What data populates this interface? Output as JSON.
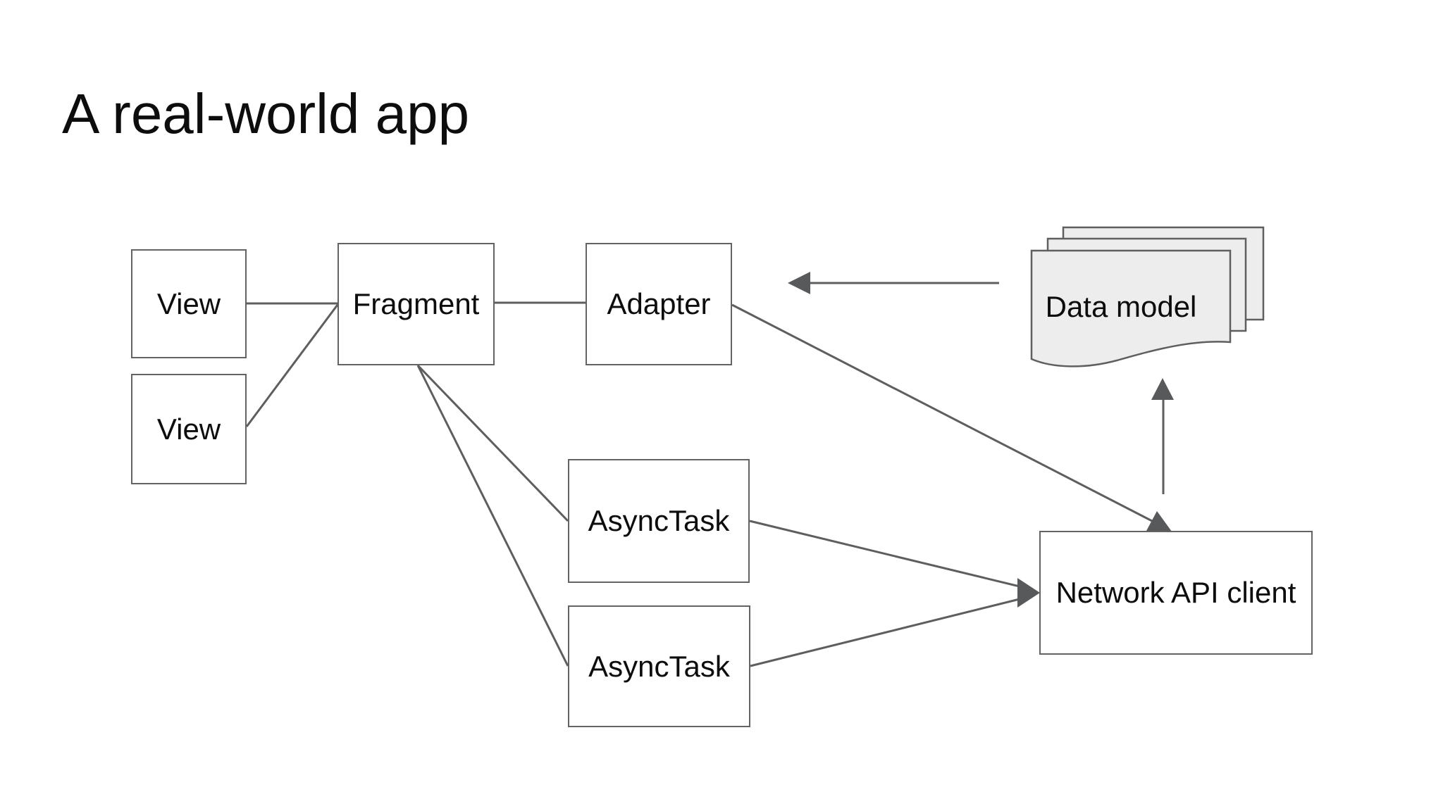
{
  "slide": {
    "title": "A real-world app"
  },
  "nodes": {
    "view1": {
      "label": "View"
    },
    "view2": {
      "label": "View"
    },
    "fragment": {
      "label": "Fragment"
    },
    "adapter": {
      "label": "Adapter"
    },
    "asynctask1": {
      "label": "AsyncTask"
    },
    "asynctask2": {
      "label": "AsyncTask"
    },
    "network_api_client": {
      "label": "Network API client"
    },
    "data_model": {
      "label": "Data model"
    }
  },
  "connections": [
    {
      "from": "view1",
      "to": "fragment",
      "arrow": false
    },
    {
      "from": "view2",
      "to": "fragment",
      "arrow": false
    },
    {
      "from": "fragment",
      "to": "adapter",
      "arrow": false
    },
    {
      "from": "fragment",
      "to": "asynctask1",
      "arrow": false
    },
    {
      "from": "fragment",
      "to": "asynctask2",
      "arrow": false
    },
    {
      "from": "asynctask1",
      "to": "network_api_client",
      "arrow": true,
      "note": "shared right-pointing arrowhead at box left edge"
    },
    {
      "from": "asynctask2",
      "to": "network_api_client",
      "arrow": true,
      "note": "shared right-pointing arrowhead at box left edge"
    },
    {
      "from": "adapter",
      "to": "network_api_client",
      "arrow": true,
      "note": "diagonal, arrowhead at box top edge"
    },
    {
      "from": "data_model",
      "to": "adapter",
      "arrow": true,
      "note": "horizontal line, arrowhead points left"
    },
    {
      "from": "network_api_client",
      "to": "data_model",
      "arrow": true,
      "note": "vertical line, arrowhead points up"
    }
  ],
  "colors": {
    "background": "#ffffff",
    "box_border": "#636363",
    "connector_line": "#5e5e5e",
    "arrowhead": "#58595b",
    "document_fill": "#ededed",
    "text": "#0d0d0d"
  }
}
